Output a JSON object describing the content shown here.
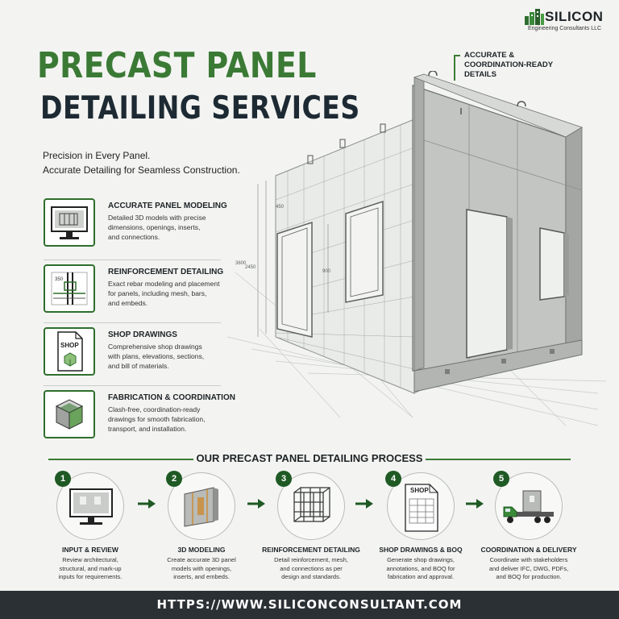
{
  "logo": {
    "name": "SILICON",
    "subtitle": "Engineering Consultants LLC"
  },
  "title": {
    "line1": "PRECAST PANEL",
    "line2": "DETAILING SERVICES"
  },
  "tagline": {
    "line1": "Precision in Every Panel.",
    "line2": "Accurate Detailing for Seamless Construction."
  },
  "callout": {
    "line1": "ACCURATE &",
    "line2": "COORDINATION-READY",
    "line3": "DETAILS"
  },
  "services": [
    {
      "title": "ACCURATE PANEL MODELING",
      "lines": [
        "Detailed 3D models with precise",
        "dimensions, openings, inserts,",
        "and connections."
      ]
    },
    {
      "title": "REINFORCEMENT DETAILING",
      "lines": [
        "Exact rebar modeling and placement",
        "for panels, including mesh, bars,",
        "and embeds."
      ]
    },
    {
      "title": "SHOP DRAWINGS",
      "icon_text": "SHOP",
      "lines": [
        "Comprehensive shop drawings",
        "with plans, elevations, sections,",
        "and bill of materials."
      ]
    },
    {
      "title": "FABRICATION & COORDINATION",
      "lines": [
        "Clash-free, coordination-ready",
        "drawings for smooth fabrication,",
        "transport, and installation."
      ]
    }
  ],
  "process": {
    "title": "OUR PRECAST PANEL DETAILING PROCESS",
    "steps": [
      {
        "num": "1",
        "label": "INPUT & REVIEW",
        "lines": [
          "Review architectural,",
          "structural, and mark-up",
          "inputs for requirements."
        ]
      },
      {
        "num": "2",
        "label": "3D MODELING",
        "lines": [
          "Create accurate 3D panel",
          "models with openings,",
          "inserts, and embeds."
        ]
      },
      {
        "num": "3",
        "label": "REINFORCEMENT DETAILING",
        "lines": [
          "Detail reinforcement, mesh,",
          "and connections as per",
          "design and standards."
        ]
      },
      {
        "num": "4",
        "label": "SHOP DRAWINGS & BOQ",
        "icon_text": "SHOP",
        "lines": [
          "Generate shop drawings,",
          "annotations, and BOQ for",
          "fabrication and approval."
        ]
      },
      {
        "num": "5",
        "label": "COORDINATION & DELIVERY",
        "lines": [
          "Coordinate with stakeholders",
          "and deliver IFC, DWG, PDFs,",
          "and BOQ for production."
        ]
      }
    ]
  },
  "footer": {
    "url": "HTTPS://WWW.SILICONCONSULTANT.COM"
  },
  "colors": {
    "green": "#3b7a35",
    "dark_green": "#1f5a24",
    "navy": "#1d2a33",
    "footer_bg": "#2b3034",
    "concrete": "#b9bbb8"
  }
}
